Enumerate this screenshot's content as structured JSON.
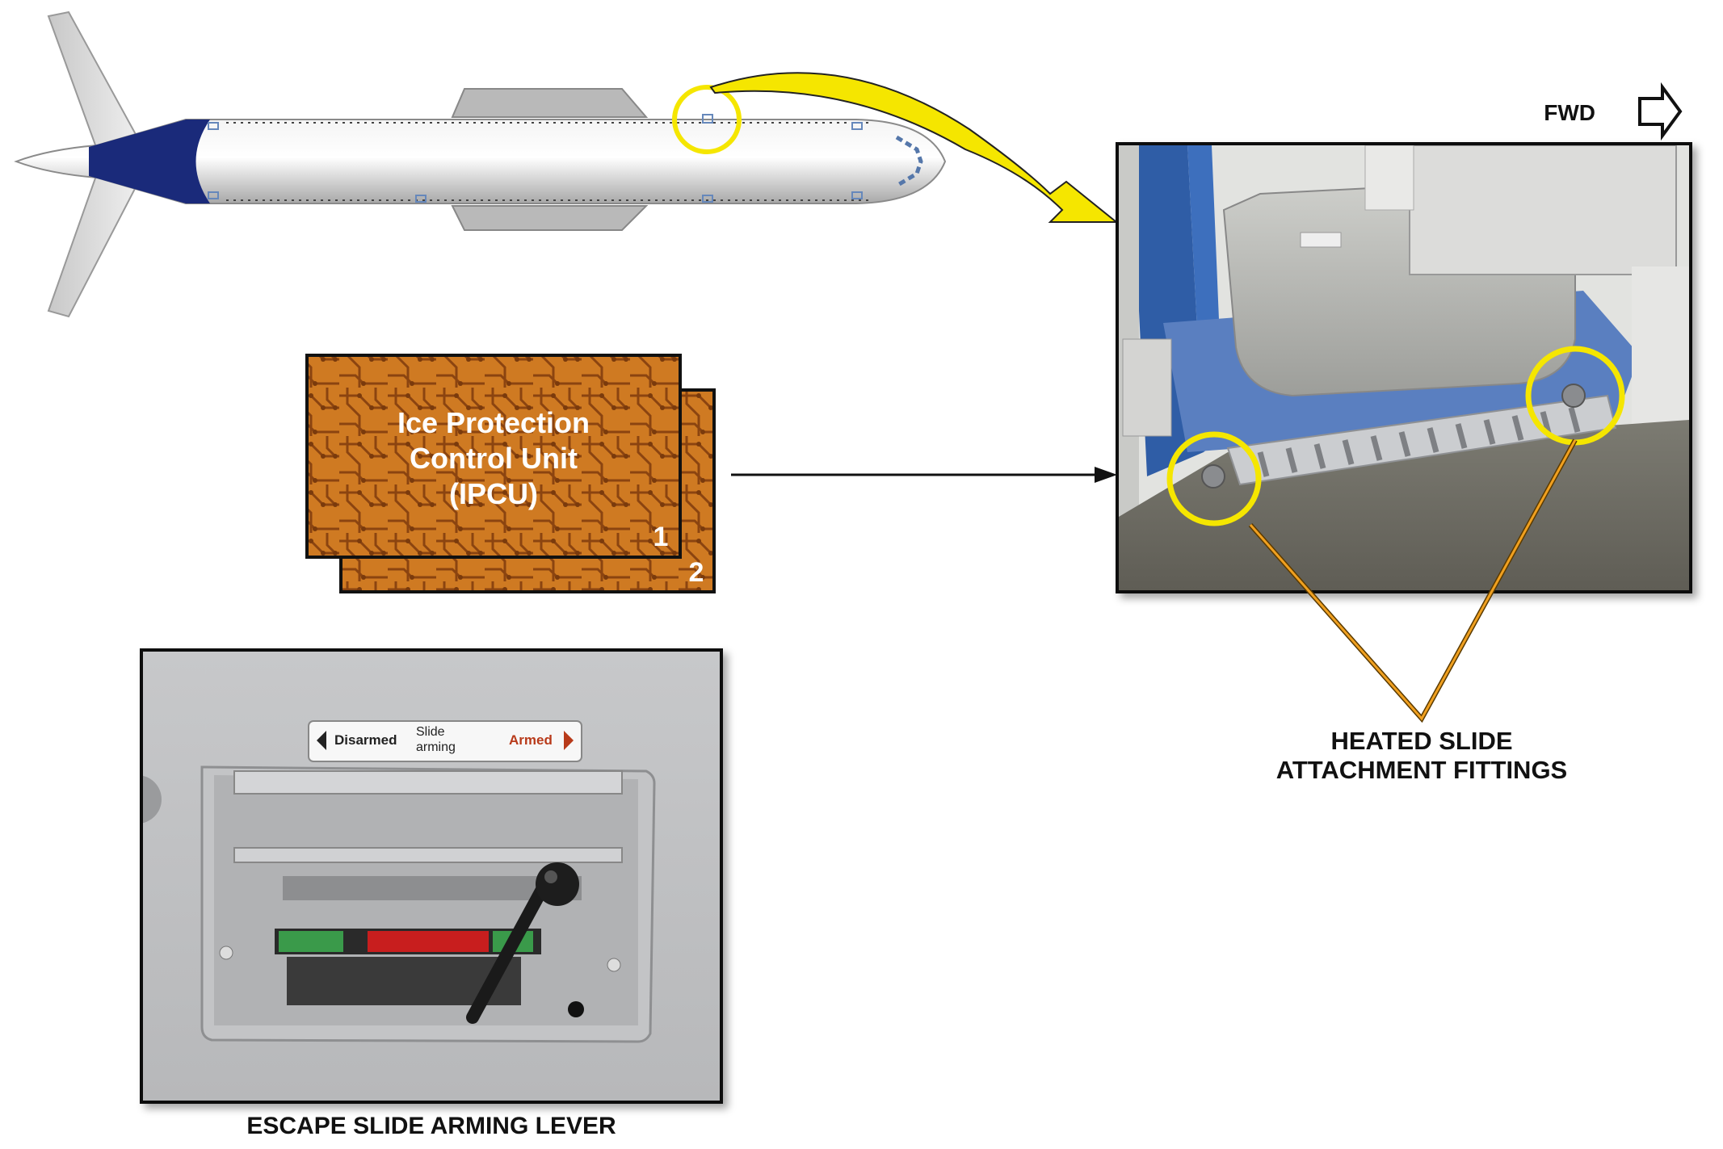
{
  "direction_label": "FWD",
  "ipcu": {
    "line1": "Ice Protection",
    "line2": "Control Unit",
    "line3": "(IPCU)",
    "unit1": "1",
    "unit2": "2"
  },
  "callouts": {
    "heated_slide_line1": "HEATED SLIDE",
    "heated_slide_line2": "ATTACHMENT FITTINGS",
    "arming_lever": "ESCAPE SLIDE ARMING LEVER"
  },
  "placard": {
    "disarmed": "Disarmed",
    "slide": "Slide",
    "arming": "arming",
    "armed": "Armed"
  },
  "colors": {
    "highlight": "#f5e600",
    "fuselage_accent": "#1a2a7a",
    "pcb": "#c9731e",
    "leader_line": "#e08a10"
  }
}
